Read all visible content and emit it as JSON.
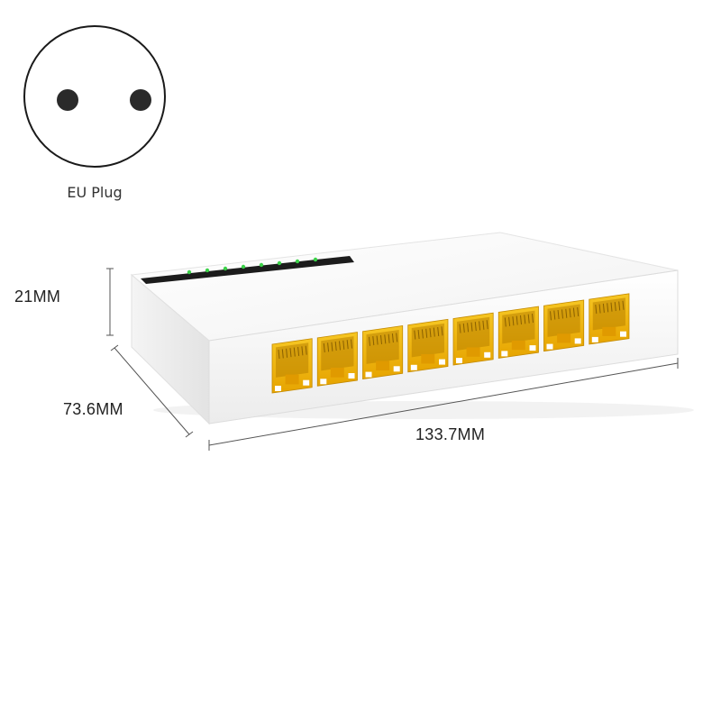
{
  "plug": {
    "label": "EU Plug",
    "icon": "eu-plug-icon"
  },
  "dimensions": {
    "height": "21MM",
    "depth": "73.6MM",
    "width": "133.7MM"
  },
  "switch": {
    "port_count": 8,
    "led_count": 8,
    "colors": {
      "body": "#ffffff",
      "port": "#f2b705",
      "led": "#3cd24a"
    }
  }
}
